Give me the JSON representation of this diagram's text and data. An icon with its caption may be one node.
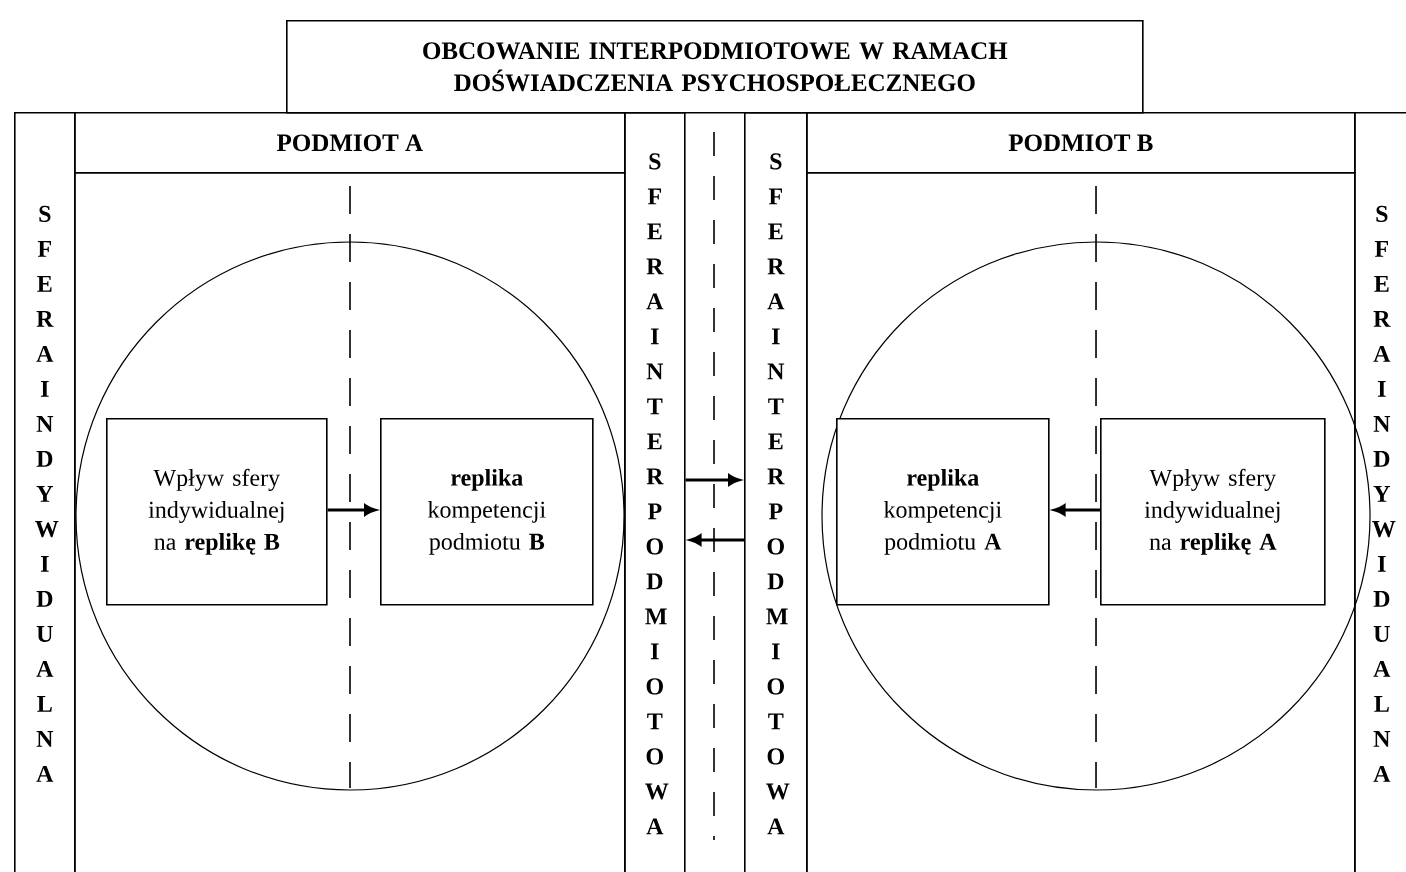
{
  "diagram": {
    "nodes": [
      {
        "text": [
          "OBCOWANIE INTERPODMIOTOWE W RAMACH DOŚWIADCZENIA PSYCHOSPOŁECZNEGO"
        ]
      },
      {
        "text": [
          "SFERA INDYWIDUALNA"
        ]
      },
      {
        "text": [
          "PODMIOT A"
        ]
      },
      {
        "text": [],
        "shape": "box"
      },
      {
        "text": [],
        "shape": "circle",
        "in": 3
      },
      {
        "text": [
          "Wpływ sfery indywidualnej na **replikę B**"
        ],
        "in": 4
      },
      {
        "text": [
          "**replika** kompetencji podmiotu **B**"
        ],
        "in": 4
      },
      {
        "text": [
          "SFERA INTERPODMIOTOWA"
        ]
      },
      {
        "text": [
          "SFERA INTERPODMIOTOWA"
        ]
      },
      {
        "text": [
          "PODMIOT B"
        ]
      },
      {
        "text": [],
        "shape": "box"
      },
      {
        "text": [],
        "shape": "circle",
        "in": 10
      },
      {
        "text": [
          "**replika** kompetencji podmiotu **A**"
        ],
        "in": 11
      },
      {
        "text": [
          "Wpływ sfery indywidualnej na **replikę A**"
        ],
        "in": 11
      },
      {
        "text": [
          "SFERA INDYWIDUALNA"
        ]
      }
    ],
    "edges": [
      {
        "from": 5,
        "to": 6,
        "arrow": "to"
      },
      {
        "from": 7,
        "to": 8,
        "arrow": "to"
      },
      {
        "from": 8,
        "to": 7,
        "arrow": "to"
      },
      {
        "from": 13,
        "to": 12,
        "arrow": "to"
      }
    ]
  }
}
